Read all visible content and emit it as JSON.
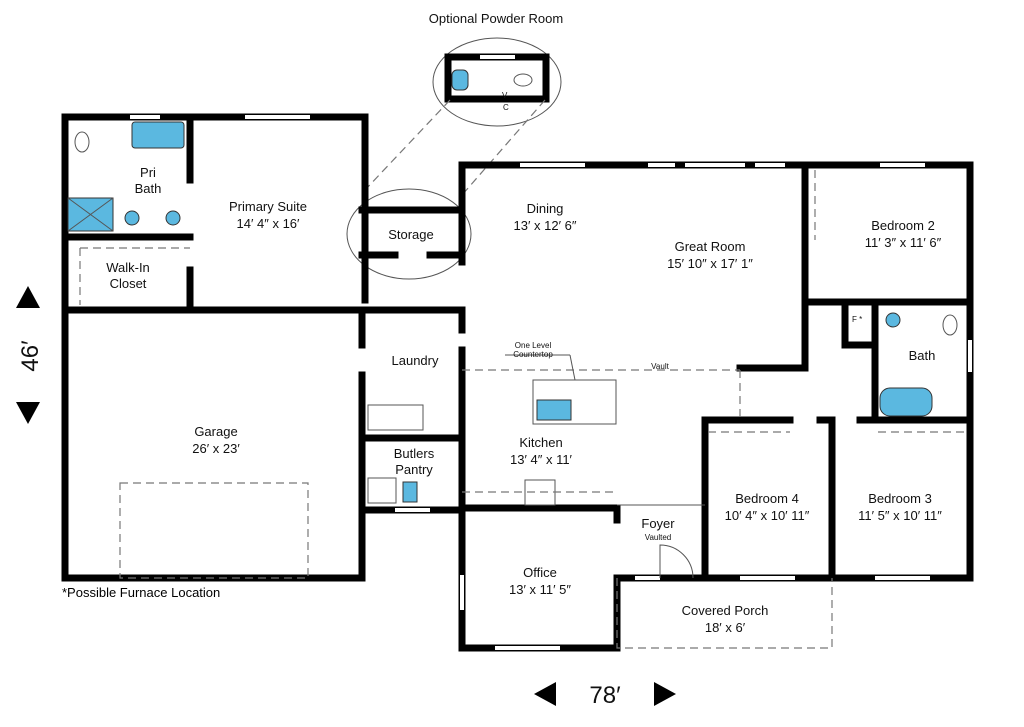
{
  "title": "Optional Powder Room",
  "rooms": {
    "pri_bath": [
      "Pri",
      "Bath"
    ],
    "primary_suite": {
      "name": "Primary Suite",
      "size": "14′ 4″ x 16′"
    },
    "walk_in": [
      "Walk-In",
      "Closet"
    ],
    "storage": "Storage",
    "dining": {
      "name": "Dining",
      "size": "13′ x 12′ 6″"
    },
    "great_room": {
      "name": "Great Room",
      "size": "15′ 10″ x 17′ 1″"
    },
    "bedroom2": {
      "name": "Bedroom 2",
      "size": "11′ 3″ x 11′ 6″"
    },
    "laundry": "Laundry",
    "garage": {
      "name": "Garage",
      "size": "26′ x 23′"
    },
    "butlers": [
      "Butlers",
      "Pantry"
    ],
    "kitchen": {
      "name": "Kitchen",
      "size": "13′ 4″ x 11′"
    },
    "bath": "Bath",
    "bedroom4": {
      "name": "Bedroom 4",
      "size": "10′ 4″ x 10′ 11″"
    },
    "bedroom3": {
      "name": "Bedroom 3",
      "size": "11′ 5″ x 10′ 11″"
    },
    "foyer": {
      "name": "Foyer",
      "note": "Vaulted"
    },
    "office": {
      "name": "Office",
      "size": "13′ x 11′ 5″"
    },
    "porch": {
      "name": "Covered Porch",
      "size": "18′ x 6′"
    }
  },
  "notes": {
    "countertop": [
      "One Level",
      "Countertop"
    ],
    "vault": "Vault",
    "furnace": "*Possible Furnace Location",
    "furnace_mark": "F *",
    "cv_c": "C",
    "cv_v": "V"
  },
  "dimensions": {
    "depth": "46′",
    "width": "78′"
  },
  "colors": {
    "fixture": "#5bb8e0",
    "wall": "#000000"
  },
  "icons": [
    "arrow-up-icon",
    "arrow-down-icon",
    "arrow-left-icon",
    "arrow-right-icon"
  ]
}
